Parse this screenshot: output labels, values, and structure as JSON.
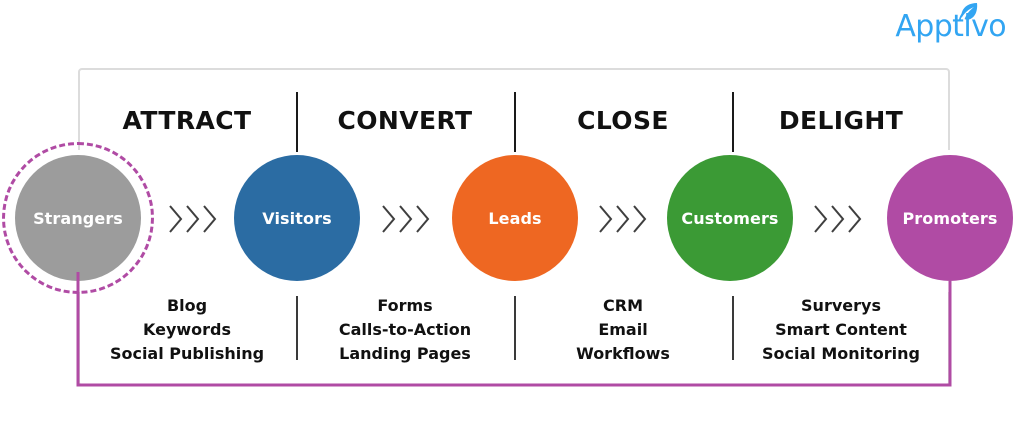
{
  "brand": {
    "logo_text": "Apptivo",
    "logo_color": "#32a5f2",
    "leaf_icon": "leaf-icon"
  },
  "colors": {
    "strangers": "#9c9c9c",
    "visitors": "#2b6ca3",
    "leads": "#ee6722",
    "customers": "#3b9a35",
    "promoters": "#b04ba4",
    "loop": "#b04ba4",
    "frame": "#dcdcdc",
    "divider": "#1a1a1a",
    "text": "#111111",
    "chevron": "#3f3f3f"
  },
  "stages": [
    {
      "label": "ATTRACT"
    },
    {
      "label": "CONVERT"
    },
    {
      "label": "CLOSE"
    },
    {
      "label": "DELIGHT"
    }
  ],
  "nodes": [
    {
      "label": "Strangers",
      "color": "#9c9c9c",
      "ring": true
    },
    {
      "label": "Visitors",
      "color": "#2b6ca3",
      "ring": false
    },
    {
      "label": "Leads",
      "color": "#ee6722",
      "ring": false
    },
    {
      "label": "Customers",
      "color": "#3b9a35",
      "ring": false
    },
    {
      "label": "Promoters",
      "color": "#b04ba4",
      "ring": false
    }
  ],
  "arrows": [
    {
      "icon": "chevrons-right-icon",
      "count": 3
    },
    {
      "icon": "chevrons-right-icon",
      "count": 3
    },
    {
      "icon": "chevrons-right-icon",
      "count": 3
    },
    {
      "icon": "chevrons-right-icon",
      "count": 3
    }
  ],
  "tactics": [
    {
      "stage": "ATTRACT",
      "items": [
        "Blog",
        "Keywords",
        "Social Publishing"
      ]
    },
    {
      "stage": "CONVERT",
      "items": [
        "Forms",
        "Calls-to-Action",
        "Landing Pages"
      ]
    },
    {
      "stage": "CLOSE",
      "items": [
        "CRM",
        "Email",
        "Workflows"
      ]
    },
    {
      "stage": "DELIGHT",
      "items": [
        "Surverys",
        "Smart Content",
        "Social Monitoring"
      ]
    }
  ]
}
